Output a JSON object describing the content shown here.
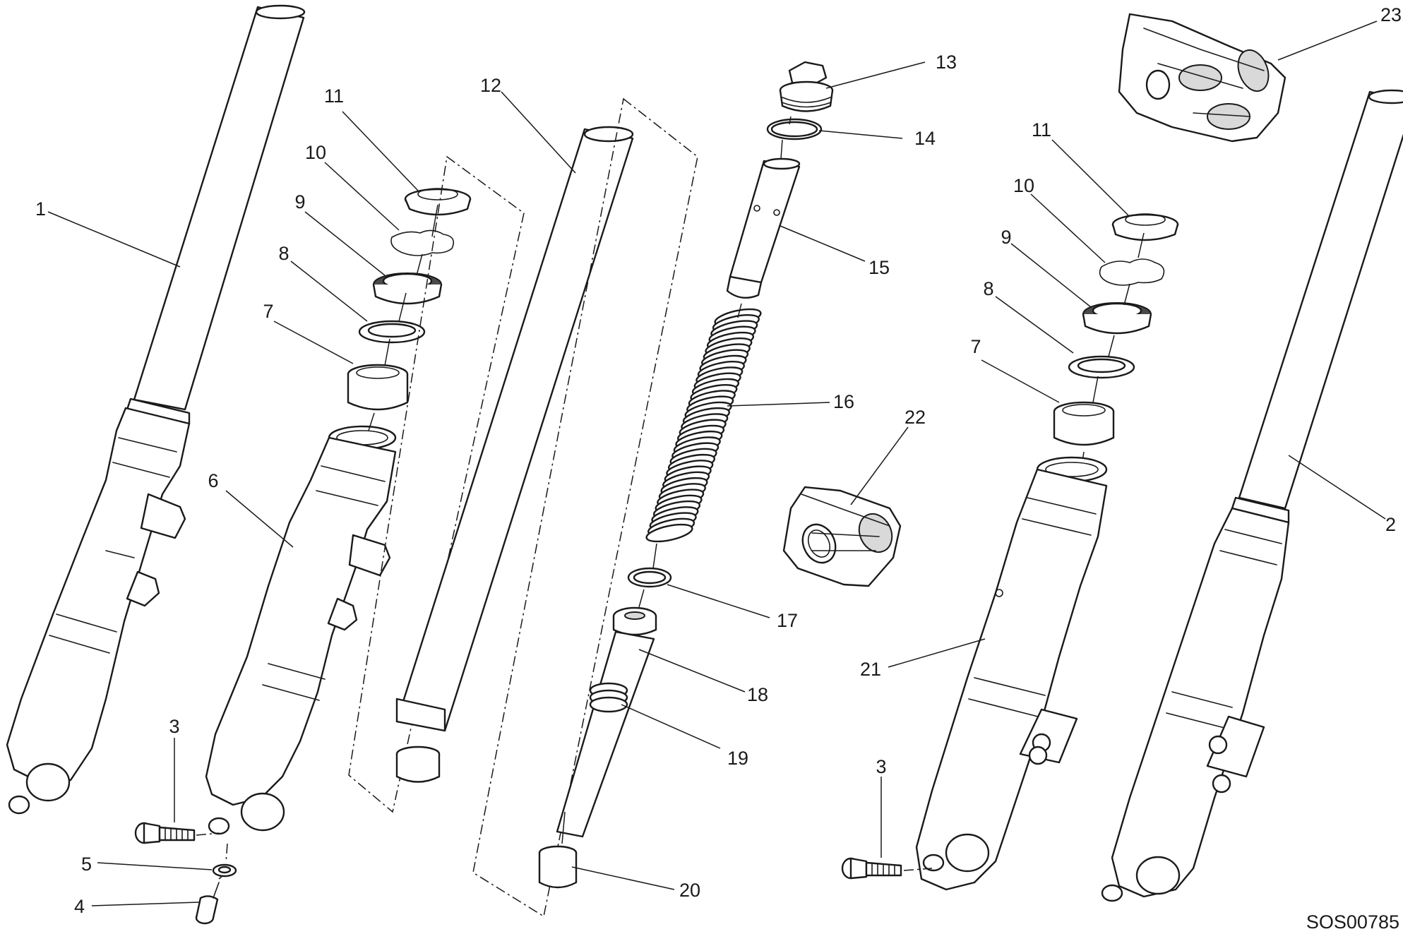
{
  "diagram": {
    "reference_code": "SOS00785",
    "callouts": [
      "1",
      "2",
      "3",
      "3",
      "4",
      "5",
      "6",
      "7",
      "7",
      "8",
      "8",
      "9",
      "9",
      "10",
      "10",
      "11",
      "11",
      "12",
      "13",
      "14",
      "15",
      "16",
      "17",
      "18",
      "19",
      "20",
      "21",
      "22",
      "23"
    ]
  }
}
